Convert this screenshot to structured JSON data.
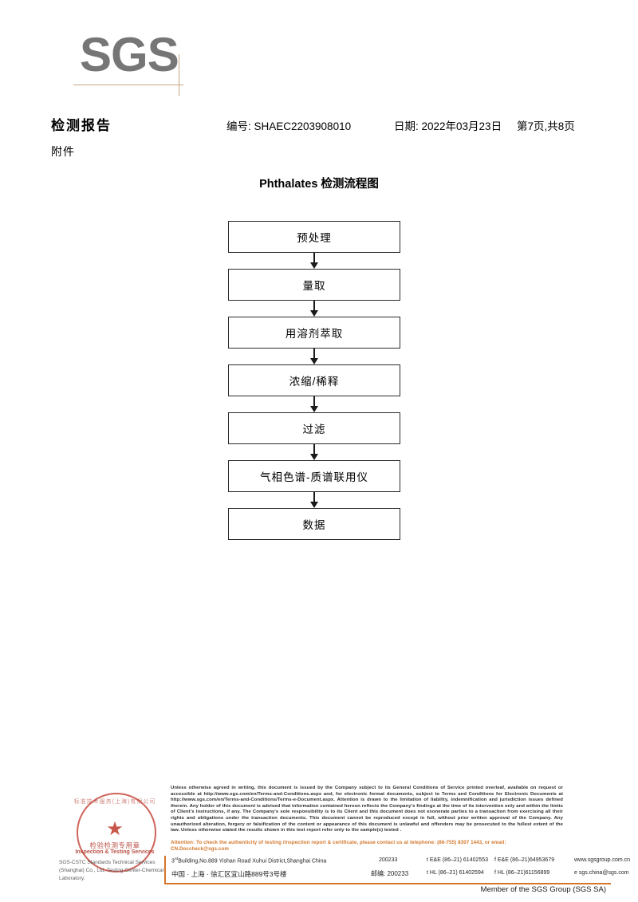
{
  "brand": {
    "logo_text": "SGS",
    "accent_line_color": "#c8a882",
    "logo_color": "#767676"
  },
  "header": {
    "doc_title": "检测报告",
    "attachment_label": "附件",
    "report_no_label": "编号:",
    "report_no": "SHAEC2203908010",
    "report_no_full": "编号: SHAEC2203908010",
    "date_full": "日期: 2022年03月23日",
    "page_full": "第7页,共8页"
  },
  "flowchart": {
    "title": "Phthalates 检测流程图",
    "steps": [
      {
        "label": "预处理"
      },
      {
        "label": "量取"
      },
      {
        "label": "用溶剂萃取"
      },
      {
        "label": "浓缩/稀释"
      },
      {
        "label": "过滤"
      },
      {
        "label": "气相色谱-质谱联用仪"
      },
      {
        "label": "数据"
      }
    ]
  },
  "stamp": {
    "arc_text": "标准技术服务(上海)有限公司",
    "cn_text": "检验检测专用章",
    "en_text": "Inspection & Testing Services",
    "star_glyph": "★",
    "color": "#c0392b"
  },
  "footer": {
    "lab_name": "SGS-CSTC Standards Technical Services (Shanghai) Co., Ltd. Testing Center-Chemical Laboratory.",
    "legal_text": "Unless otherwise agreed in writing, this document is issued by the Company subject to its General Conditions of Service printed overleaf, available on request or accessible at http://www.sgs.com/en/Terms-and-Conditions.aspx and, for electronic format documents, subject to Terms and Conditions for Electronic Documents at http://www.sgs.com/en/Terms-and-Conditions/Terms-e-Document.aspx. Attention is drawn to the limitation of liability, indemnification and jurisdiction issues defined therein. Any holder of this document is advised that information contained hereon reflects the Company's findings at the time of its intervention only and within the limits of Client's instructions, if any. The Company's sole responsibility is to its Client and this document does not exonerate parties to a transaction from exercising all their rights and obligations under the transaction documents. This document cannot be reproduced except in full, without prior written approval of the Company. Any unauthorized alteration, forgery or falsification of the content or appearance of this document is unlawful and offenders may be prosecuted to the fullest extent of the law. Unless otherwise stated the results shown in this test report refer only to the sample(s) tested .",
    "attention_text": "Attention: To check the authenticity of testing /inspection report & certificate, please contact us at telephone: (86-755) 8307 1443, or email: CN.Doccheck@sgs.com",
    "attention_color": "#d4772b",
    "address_en": "Building,No.889 Yishan Road Xuhui District,Shanghai China",
    "address_en_prefix": "3",
    "address_en_sup": "rd",
    "address_cn": "中国 · 上海 · 徐汇区宜山路889号3号楼",
    "zip_en": "200233",
    "zip_cn": "邮编: 200233",
    "tel_ee_1": "t E&E (86–21) 61402553",
    "tel_ee_2": "f E&E (86–21)64953679",
    "tel_hl_1": "t HL (86–21) 61402594",
    "tel_hl_2": "f HL (86–21)61156899",
    "website": "www.sgsgroup.com.cn",
    "email": "e  sgs.china@sgs.com",
    "member_line": "Member of the SGS Group (SGS SA)"
  }
}
